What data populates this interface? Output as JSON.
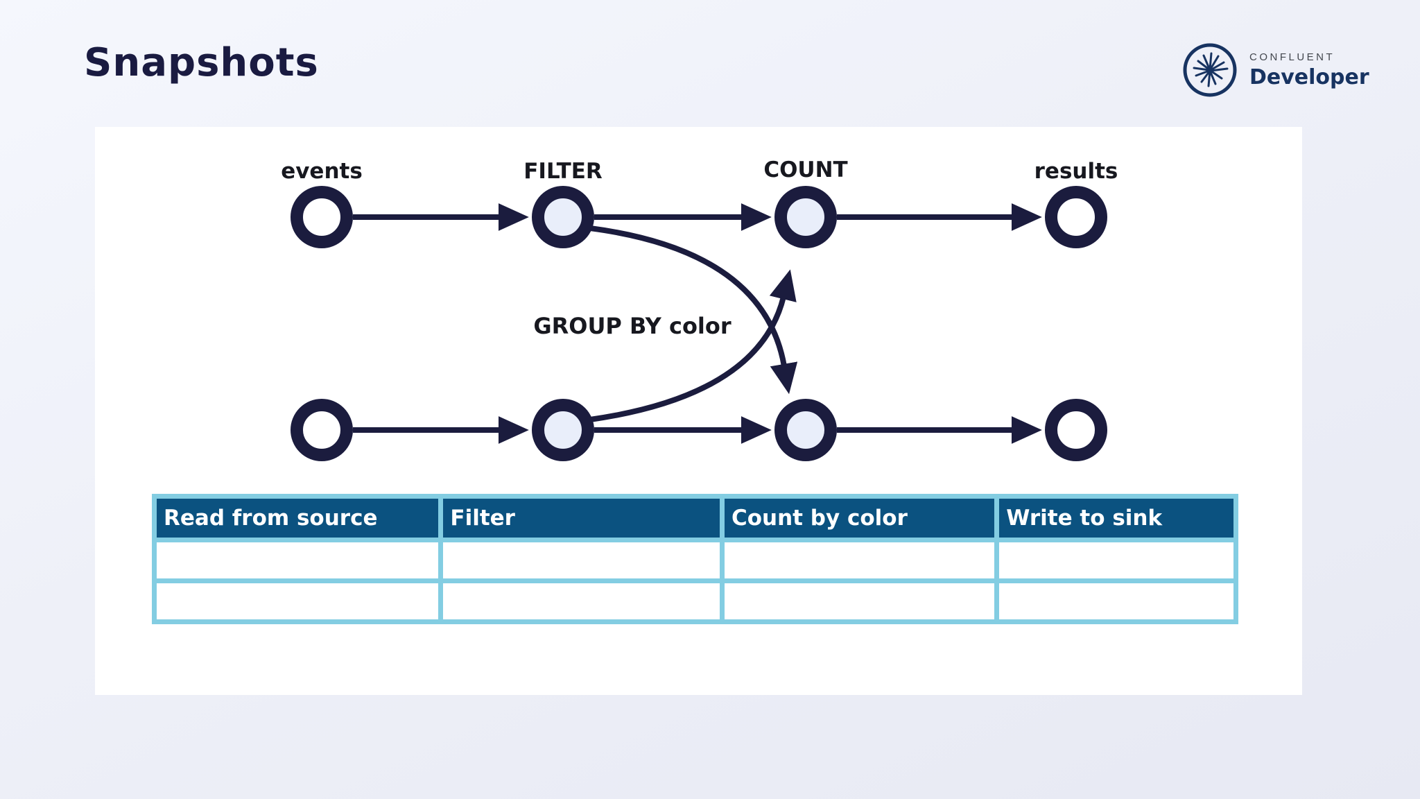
{
  "slide": {
    "title": "Snapshots"
  },
  "logo": {
    "brand": "CONFLUENT",
    "product": "Developer",
    "icon": "confluent-starburst-icon"
  },
  "diagram": {
    "node_labels": [
      "events",
      "FILTER",
      "COUNT",
      "results"
    ],
    "edge_label": "GROUP BY color",
    "rows": 2,
    "stages_per_row": [
      "source",
      "filter",
      "count",
      "sink"
    ],
    "cross_edges": [
      "top FILTER to bottom COUNT",
      "bottom FILTER to top COUNT"
    ]
  },
  "table": {
    "headers": [
      "Read from source",
      "Filter",
      "Count by color",
      "Write to sink"
    ],
    "rows": [
      [
        "",
        "",
        "",
        ""
      ],
      [
        "",
        "",
        "",
        ""
      ]
    ]
  },
  "colors": {
    "title_navy": "#1a1b41",
    "diagram_navy": "#1b1c3e",
    "brand_navy": "#173361",
    "table_header_bg": "#0b5280",
    "table_border": "#83cde2",
    "node_fill": "#e9eefa",
    "card_bg": "#ffffff",
    "page_bg": "#eef0f8"
  }
}
